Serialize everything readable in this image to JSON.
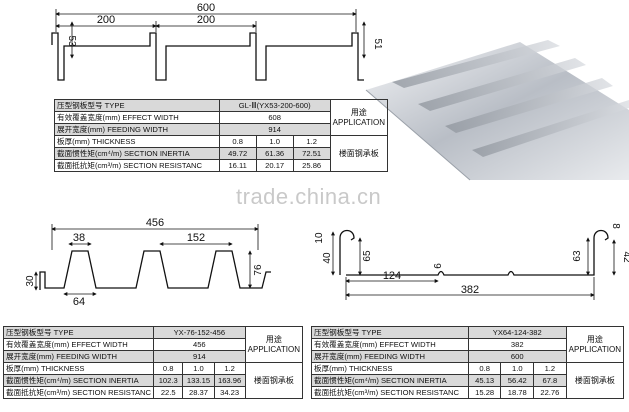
{
  "watermark": "trade.china.cn",
  "profile1": {
    "dims": {
      "total": "600",
      "left_pitch": "200",
      "mid_pitch": "200",
      "left_height": "53",
      "right_height": "51"
    }
  },
  "profile2": {
    "dims": {
      "total": "456",
      "top_width": "38",
      "pitch": "152",
      "bottom_width": "64",
      "height": "76",
      "edge": "30"
    }
  },
  "profile3": {
    "dims": {
      "total": "382",
      "pitch": "124",
      "height_left": "65",
      "height_right": "63",
      "edge_left": "40",
      "top_left": "10",
      "top_right": "8",
      "rib": "6",
      "right_edge": "42"
    }
  },
  "table1": {
    "rows": {
      "type": {
        "label": "压型钢板型号 TYPE",
        "value": "GL-Ⅲ(YX53-200-600)"
      },
      "effect": {
        "label": "有效覆盖宽度(mm) EFFECT WIDTH",
        "value": "608"
      },
      "feeding": {
        "label": "展开宽度(mm) FEEDING WIDTH",
        "value": "914"
      },
      "thickness": {
        "label": "板厚(mm) THICKNESS",
        "values": [
          "0.8",
          "1.0",
          "1.2"
        ]
      },
      "inertia": {
        "label": "截面惯性矩(cm⁴/m) SECTION INERTIA",
        "values": [
          "49.72",
          "61.36",
          "72.51"
        ]
      },
      "resist": {
        "label": "截面抵抗矩(cm³/m) SECTION RESISTANC",
        "values": [
          "16.11",
          "20.17",
          "25.86"
        ]
      }
    },
    "app_cn": "用途",
    "app_en": "APPLICATION",
    "app_value": "楼面钢承板"
  },
  "table2": {
    "rows": {
      "type": {
        "label": "压型钢板型号 TYPE",
        "value": "YX-76-152-456"
      },
      "effect": {
        "label": "有效覆盖宽度(mm) EFFECT WIDTH",
        "value": "456"
      },
      "feeding": {
        "label": "展开宽度(mm) FEEDING WIDTH",
        "value": "914"
      },
      "thickness": {
        "label": "板厚(mm) THICKNESS",
        "values": [
          "0.8",
          "1.0",
          "1.2"
        ]
      },
      "inertia": {
        "label": "截面惯性矩(cm⁴/m) SECTION INERTIA",
        "values": [
          "102.3",
          "133.15",
          "163.96"
        ]
      },
      "resist": {
        "label": "截面抵抗矩(cm³/m) SECTION RESISTANC",
        "values": [
          "22.5",
          "28.37",
          "34.23"
        ]
      }
    },
    "app_cn": "用途",
    "app_en": "APPLICATION",
    "app_value": "楼面钢承板"
  },
  "table3": {
    "rows": {
      "type": {
        "label": "压型钢板型号 TYPE",
        "value": "YX64-124-382"
      },
      "effect": {
        "label": "有效覆盖宽度(mm) EFFECT WIDTH",
        "value": "382"
      },
      "feeding": {
        "label": "展开宽度(mm) FEEDING WIDTH",
        "value": "600"
      },
      "thickness": {
        "label": "板厚(mm) THICKNESS",
        "values": [
          "0.8",
          "1.0",
          "1.2"
        ]
      },
      "inertia": {
        "label": "截面惯性矩(cm⁴/m) SECTION INERTIA",
        "values": [
          "45.13",
          "56.42",
          "67.8"
        ]
      },
      "resist": {
        "label": "截面抵抗矩(cm³/m) SECTION RESISTANC",
        "values": [
          "15.28",
          "18.78",
          "22.76"
        ]
      }
    },
    "app_cn": "用途",
    "app_en": "APPLICATION",
    "app_value": "楼面钢承板"
  }
}
